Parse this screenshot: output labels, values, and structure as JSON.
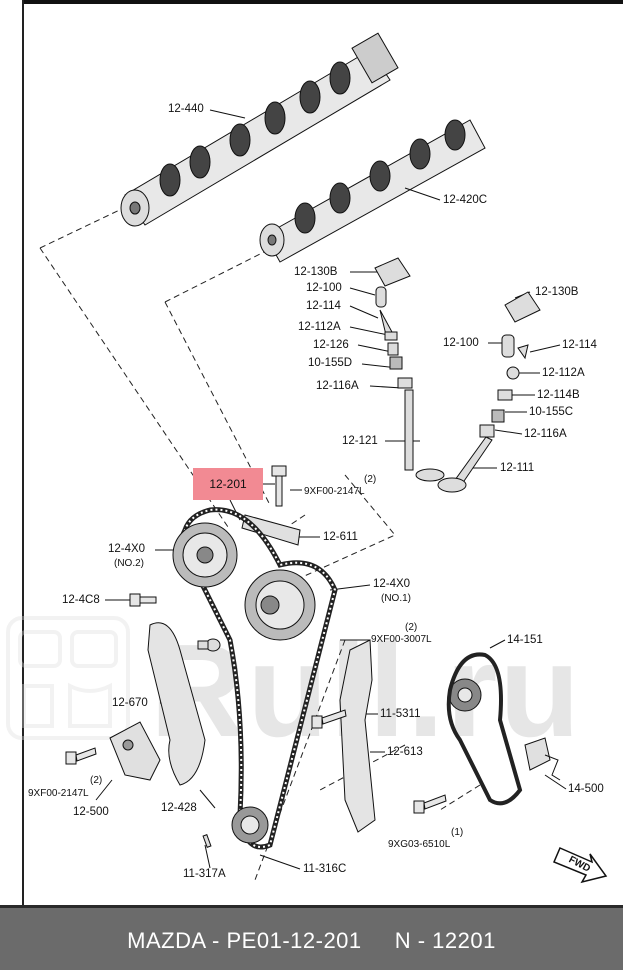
{
  "labels": {
    "l_12_440": "12-440",
    "l_12_420c": "12-420C",
    "l_12_130b_a": "12-130B",
    "l_12_100_a": "12-100",
    "l_12_114_a": "12-114",
    "l_12_112a_a": "12-112A",
    "l_12_126": "12-126",
    "l_10_155d": "10-155D",
    "l_12_116a_a": "12-116A",
    "l_12_121": "12-121",
    "l_12_130b_b": "12-130B",
    "l_12_100_b": "12-100",
    "l_12_114_b": "12-114",
    "l_12_112a_b": "12-112A",
    "l_12_114b": "12-114B",
    "l_10_155c": "10-155C",
    "l_12_116a_b": "12-116A",
    "l_12_111": "12-111",
    "l_12_201": "12-201",
    "l_qty2_a": "(2)",
    "l_9xf00_2147l_a": "9XF00-2147L",
    "l_12_611": "12-611",
    "l_12_4x0_a": "12-4X0",
    "l_no2": "(NO.2)",
    "l_12_4x0_b": "12-4X0",
    "l_no1": "(NO.1)",
    "l_12_4c8": "12-4C8",
    "l_qty2_b": "(2)",
    "l_9xf00_3007l": "9XF00-3007L",
    "l_14_151": "14-151",
    "l_12_670": "12-670",
    "l_11_5311": "11-5311",
    "l_12_613": "12-613",
    "l_qty2_c": "(2)",
    "l_9xf00_2147l_b": "9XF00-2147L",
    "l_12_500": "12-500",
    "l_12_428": "12-428",
    "l_14_500": "14-500",
    "l_qty1": "(1)",
    "l_9xg03_6510l": "9XG03-6510L",
    "l_11_317a": "11-317A",
    "l_11_316c": "11-316C",
    "l_fwd": "FWD"
  },
  "watermark": {
    "text": "Rull.ru"
  },
  "footer": {
    "brand": "MAZDA",
    "sep": " - ",
    "part_number": "PE01-12-201",
    "gap": "     ",
    "short_number": "N - 12201"
  },
  "colors": {
    "highlight": "#f28a93",
    "footer_bg": "#6b6b6b",
    "line": "#222222"
  }
}
